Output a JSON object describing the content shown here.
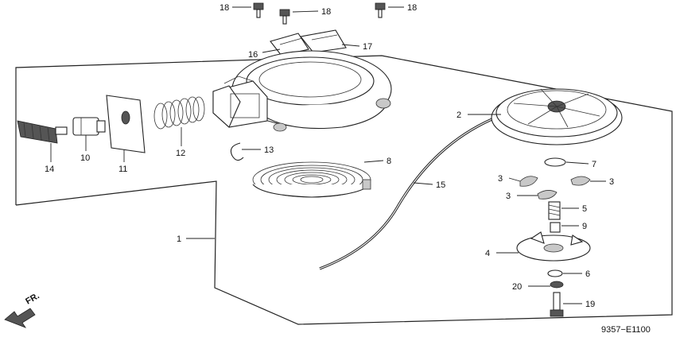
{
  "diagram": {
    "code": "9357−E1100",
    "direction_label": "FR.",
    "callouts": [
      "18",
      "18",
      "18",
      "16",
      "17",
      "2",
      "7",
      "3",
      "3",
      "3",
      "5",
      "9",
      "4",
      "6",
      "20",
      "19",
      "1",
      "8",
      "15",
      "13",
      "12",
      "10",
      "11",
      "14"
    ]
  }
}
